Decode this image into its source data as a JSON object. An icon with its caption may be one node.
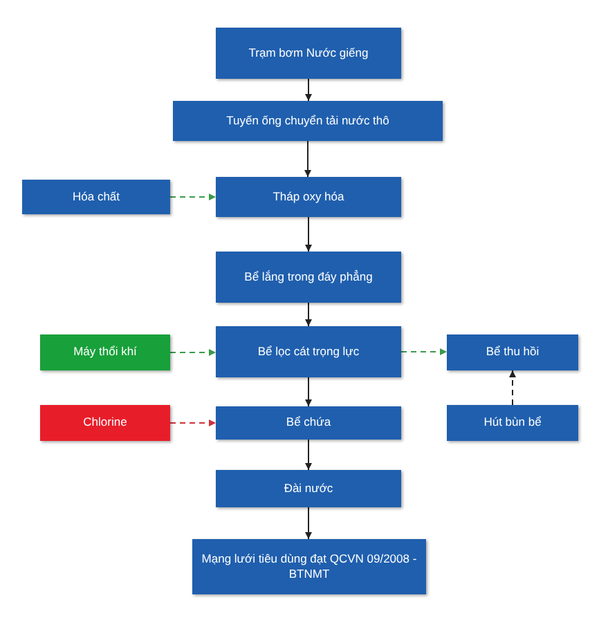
{
  "diagram": {
    "nodes": [
      {
        "text": [
          "Trạm bơm Nước giếng"
        ]
      },
      {
        "text": [
          "Tuyến ống chuyển tải nước thô"
        ]
      },
      {
        "text": [
          "Hóa chất"
        ]
      },
      {
        "text": [
          "Tháp oxy hóa"
        ]
      },
      {
        "text": [
          "Bể lắng trong đáy phẳng"
        ]
      },
      {
        "text": [
          "Máy thổi khí"
        ]
      },
      {
        "text": [
          "Bể lọc cát trọng lực"
        ]
      },
      {
        "text": [
          "Bể thu hồi"
        ]
      },
      {
        "text": [
          "Chlorine"
        ]
      },
      {
        "text": [
          "Bể chứa"
        ]
      },
      {
        "text": [
          "Hút bùn bể"
        ]
      },
      {
        "text": [
          "Đài nước"
        ]
      },
      {
        "text": [
          "Mạng lưới tiêu dùng đạt QCVN 09/2008 - BTNMT"
        ]
      }
    ],
    "edges": [
      {
        "from": 0,
        "to": 1,
        "arrow": "to"
      },
      {
        "from": 1,
        "to": 3,
        "arrow": "to"
      },
      {
        "from": 2,
        "to": 3,
        "arrow": "to",
        "style": "dashed",
        "color": "#3a9a4a"
      },
      {
        "from": 3,
        "to": 4,
        "arrow": "to"
      },
      {
        "from": 4,
        "to": 6,
        "arrow": "to"
      },
      {
        "from": 5,
        "to": 6,
        "arrow": "to",
        "style": "dashed",
        "color": "#3a9a4a"
      },
      {
        "from": 6,
        "to": 7,
        "arrow": "to",
        "style": "dashed",
        "color": "#3a9a4a"
      },
      {
        "from": 6,
        "to": 9,
        "arrow": "to"
      },
      {
        "from": 8,
        "to": 9,
        "arrow": "to",
        "style": "dashed",
        "color": "#d0303a"
      },
      {
        "from": 10,
        "to": 7,
        "arrow": "to",
        "style": "dashed"
      },
      {
        "from": 9,
        "to": 11,
        "arrow": "to"
      },
      {
        "from": 11,
        "to": 12,
        "arrow": "to"
      }
    ]
  }
}
